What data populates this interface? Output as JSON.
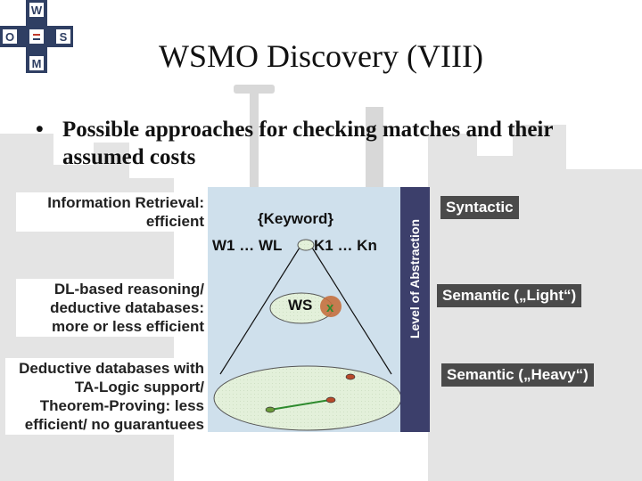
{
  "logo": {
    "letters": [
      "W",
      "S",
      "M",
      "O"
    ]
  },
  "title": "WSMO Discovery (VIII)",
  "bullet": "Possible approaches for checking matches and their assumed costs",
  "left_labels": {
    "ir": "Information Retrieval: efficient",
    "dl": "DL-based reasoning/ deductive databases: more or less efficient",
    "deductive": "Deductive databases with TA-Logic support/ Theorem-Proving: less efficient/ no guarantuees"
  },
  "diagram": {
    "keyword": "{Keyword}",
    "w_terms": "W1 … WL",
    "k_terms": "K1 … Kn",
    "ws": "WS",
    "x": "x"
  },
  "axis_label": "Level of Abstraction",
  "right_labels": {
    "syntactic": "Syntactic",
    "semantic_light": "Semantic („Light“)",
    "semantic_heavy": "Semantic („Heavy“)"
  },
  "colors": {
    "axis_bar": "#3c3f6b",
    "label_box": "#4a4a4a",
    "diagram_fill": "#cfe0ec",
    "ellipse_fill": "#f3fbe9",
    "x_circle": "#c4703f",
    "green_text": "#2e8b2e"
  }
}
